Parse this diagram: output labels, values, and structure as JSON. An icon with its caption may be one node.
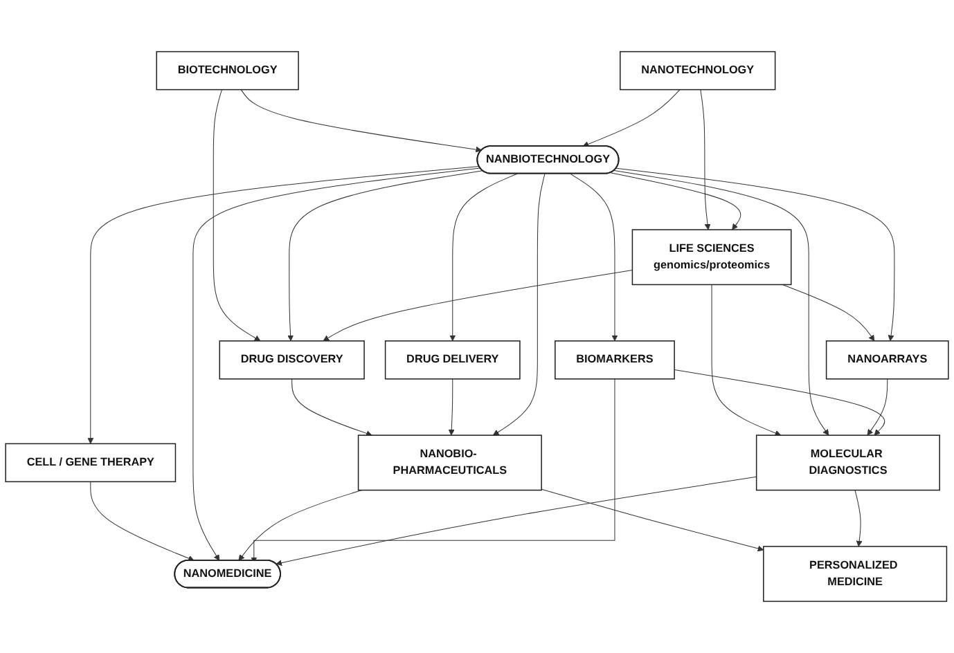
{
  "diagram": {
    "nodes": [
      {
        "text": [
          "BIOTECHNOLOGY"
        ]
      },
      {
        "text": [
          "NANOTECHNOLOGY"
        ]
      },
      {
        "text": [
          "DRUG DISCOVERY"
        ]
      },
      {
        "text": [
          "NANBIOTECHNOLOGY"
        ]
      },
      {
        "text": [
          "LIFE SCIENCES",
          "genomics/proteomics"
        ]
      },
      {
        "text": [
          "DRUG DELIVERY"
        ]
      },
      {
        "text": [
          "NANOARRAYS"
        ]
      },
      {
        "text": [
          "CELL / GENE THERAPY"
        ]
      },
      {
        "text": [
          "BIOMARKERS"
        ]
      },
      {
        "text": [
          "NANOBIO- PHARMACEUTICALS"
        ]
      },
      {
        "text": [
          "MOLECULAR DIAGNOSTICS"
        ]
      },
      {
        "text": [
          "NANOMEDICINE"
        ]
      },
      {
        "text": [
          "PERSONALIZED MEDICINE"
        ]
      }
    ],
    "edges": [
      {
        "from": 0,
        "to": 2,
        "arrow": "to"
      },
      {
        "from": 0,
        "to": 3,
        "arrow": "to"
      },
      {
        "from": 1,
        "to": 3,
        "arrow": "to"
      },
      {
        "from": 1,
        "to": 4,
        "arrow": "to"
      },
      {
        "from": 3,
        "to": 2,
        "arrow": "to"
      },
      {
        "from": 3,
        "to": 4,
        "arrow": "to"
      },
      {
        "from": 4,
        "to": 6,
        "arrow": "to"
      },
      {
        "from": 4,
        "to": 10,
        "arrow": "to"
      },
      {
        "from": 3,
        "to": 6,
        "arrow": "to"
      },
      {
        "from": 2,
        "to": 9,
        "arrow": "to"
      },
      {
        "from": 5,
        "to": 9,
        "arrow": "to"
      },
      {
        "from": 3,
        "to": 9,
        "arrow": "to"
      },
      {
        "from": 3,
        "to": 7,
        "arrow": "to"
      },
      {
        "from": 7,
        "to": 11,
        "arrow": "to"
      },
      {
        "from": 3,
        "to": 11,
        "arrow": "to"
      },
      {
        "from": 3,
        "to": 8,
        "arrow": "to"
      },
      {
        "from": 8,
        "to": 11,
        "arrow": "to"
      },
      {
        "from": 3,
        "to": 5,
        "arrow": "to"
      },
      {
        "from": 3,
        "to": 10,
        "arrow": "to"
      },
      {
        "from": 6,
        "to": 10,
        "arrow": "to"
      },
      {
        "from": 8,
        "to": 10,
        "arrow": "to"
      },
      {
        "from": 9,
        "to": 11,
        "arrow": "to"
      },
      {
        "from": 10,
        "to": 11,
        "arrow": "to"
      },
      {
        "from": 4,
        "to": 2,
        "arrow": "to"
      },
      {
        "from": 9,
        "to": 12,
        "arrow": "to"
      },
      {
        "from": 10,
        "to": 12,
        "arrow": "to"
      }
    ]
  }
}
